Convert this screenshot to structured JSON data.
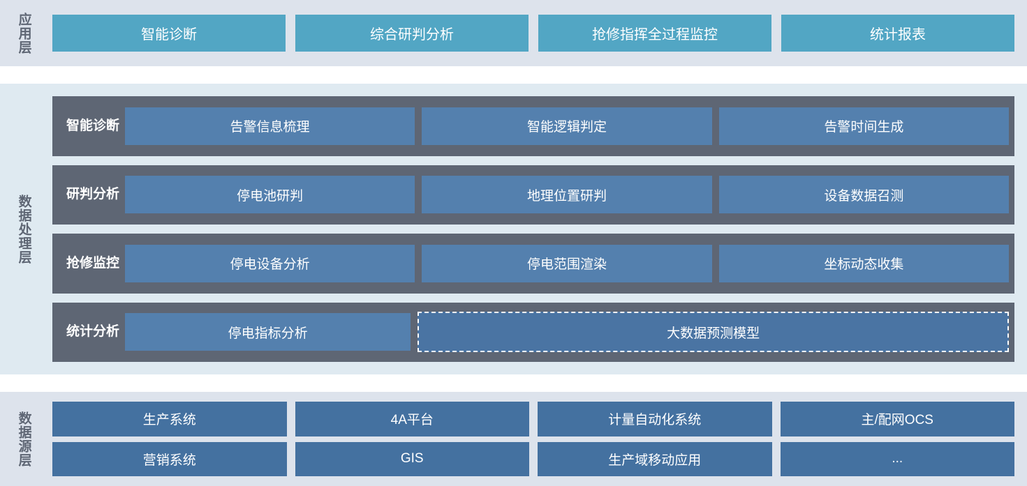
{
  "colors": {
    "app_band_bg": "#dde3ec",
    "app_tile": "#52a6c4",
    "proc_band_bg": "#dfeaf1",
    "proc_row_bg": "#5e6674",
    "proc_cell": "#5480ae",
    "src_band_bg": "#dde3ec",
    "src_tile": "#4471a0",
    "label_text": "#5e6674",
    "tile_text": "#ffffff"
  },
  "layers": {
    "application": {
      "label": "应用层",
      "tiles": [
        {
          "label": "智能诊断"
        },
        {
          "label": "综合研判分析"
        },
        {
          "label": "抢修指挥全过程监控"
        },
        {
          "label": "统计报表"
        }
      ]
    },
    "processing": {
      "label": "数据处理层",
      "rows": [
        {
          "label": "智能诊断",
          "cells": [
            {
              "label": "告警信息梳理",
              "dashed": false
            },
            {
              "label": "智能逻辑判定",
              "dashed": false
            },
            {
              "label": "告警时间生成",
              "dashed": false
            }
          ]
        },
        {
          "label": "研判分析",
          "cells": [
            {
              "label": "停电池研判",
              "dashed": false
            },
            {
              "label": "地理位置研判",
              "dashed": false
            },
            {
              "label": "设备数据召测",
              "dashed": false
            }
          ]
        },
        {
          "label": "抢修监控",
          "cells": [
            {
              "label": "停电设备分析",
              "dashed": false
            },
            {
              "label": "停电范围渲染",
              "dashed": false
            },
            {
              "label": "坐标动态收集",
              "dashed": false
            }
          ]
        },
        {
          "label": "统计分析",
          "cells": [
            {
              "label": "停电指标分析",
              "dashed": false
            },
            {
              "label": "大数据预测模型",
              "dashed": true
            }
          ]
        }
      ]
    },
    "datasource": {
      "label": "数据源层",
      "rows": [
        [
          {
            "label": "生产系统"
          },
          {
            "label": "4A平台"
          },
          {
            "label": "计量自动化系统"
          },
          {
            "label": "主/配网OCS"
          }
        ],
        [
          {
            "label": "营销系统"
          },
          {
            "label": "GIS"
          },
          {
            "label": "生产域移动应用"
          },
          {
            "label": "..."
          }
        ]
      ]
    }
  }
}
